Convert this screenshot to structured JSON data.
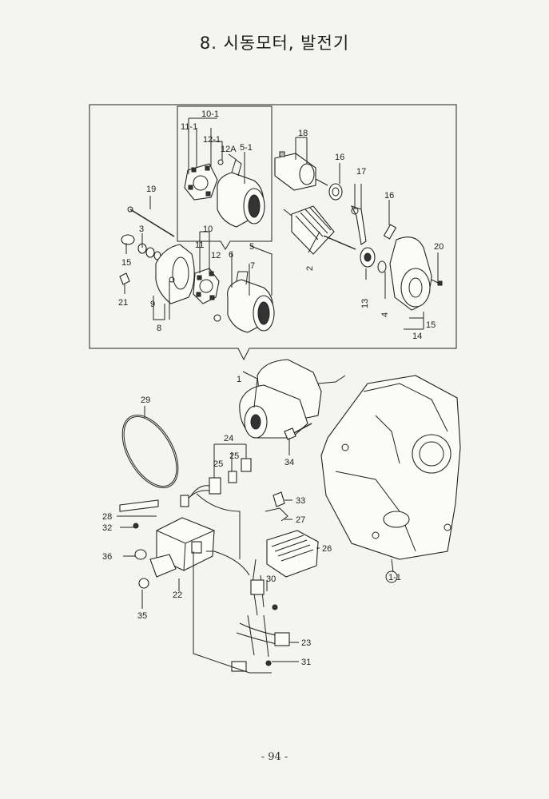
{
  "page": {
    "title": "8. 시동모터, 발전기",
    "page_number": "- 94 -"
  },
  "callouts": {
    "c10_1": "10-1",
    "c11_1": "11-1",
    "c12_1": "12-1",
    "c12A": "12A",
    "c5_1": "5-1",
    "c18": "18",
    "c16a": "16",
    "c17": "17",
    "c16b": "16",
    "c20": "20",
    "c19": "19",
    "c3": "3",
    "c15a": "15",
    "c10": "10",
    "c11": "11",
    "c12": "12",
    "c6": "6",
    "c5": "5",
    "c7": "7",
    "c2": "2",
    "c13": "13",
    "c4": "4",
    "c15b": "15",
    "c14": "14",
    "c21": "21",
    "c9": "9",
    "c8": "8",
    "c1": "1",
    "c29": "29",
    "c24": "24",
    "c25a": "25",
    "c25b": "25",
    "c34": "34",
    "c33": "33",
    "c27": "27",
    "c26": "26",
    "c28": "28",
    "c32": "32",
    "c36": "36",
    "c30": "30",
    "c22": "22",
    "c35": "35",
    "c23": "23",
    "c31": "31",
    "c1_1": "1-1"
  }
}
